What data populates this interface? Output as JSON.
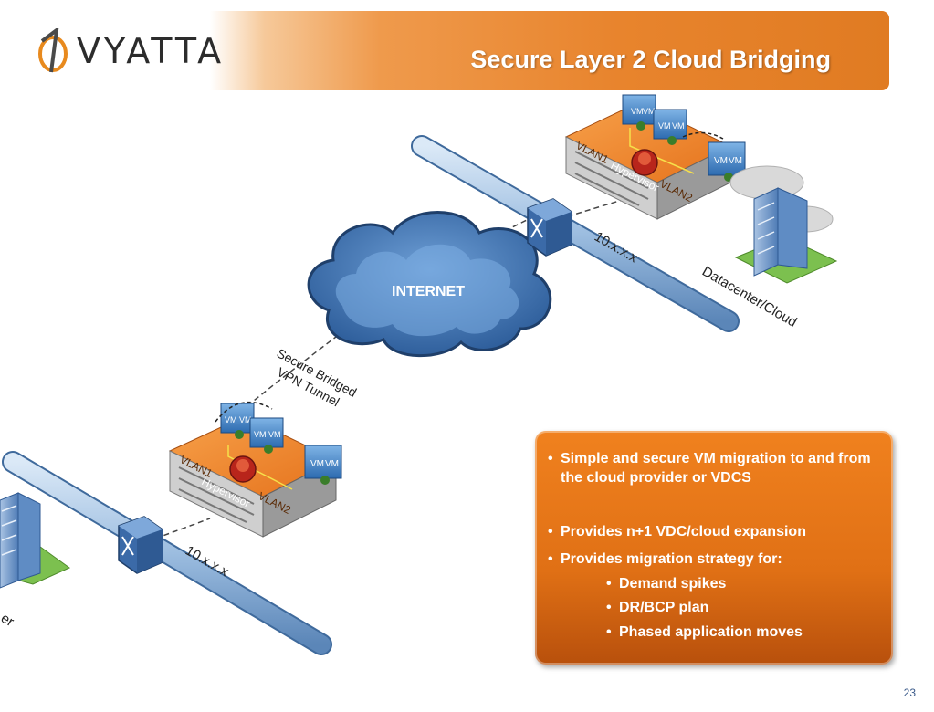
{
  "slide": {
    "title": "Secure Layer 2 Cloud Bridging",
    "page_number": "23"
  },
  "logo": {
    "text": "VYATTA"
  },
  "diagram": {
    "internet_label": "INTERNET",
    "tunnel_label_line1": "Secure Bridged",
    "tunnel_label_line2": "VPN Tunnel",
    "top_network_label": "10.x.x.x",
    "bottom_network_label": "10.x.x.x",
    "datacenter_label": "Datacenter/Cloud",
    "left_site_label_fragment": "er",
    "hypervisor_label": "Hypervisor",
    "vlan1_label": "VLAN1",
    "vlan2_label": "VLAN2",
    "vm_label": "VM"
  },
  "info_box": {
    "bullets": [
      "Simple and secure VM migration to and from the  cloud provider or VDCS",
      "Provides n+1 VDC/cloud expansion",
      "Provides migration strategy for:"
    ],
    "sub_bullets": [
      "Demand spikes",
      "DR/BCP plan",
      "Phased application moves"
    ]
  },
  "colors": {
    "accent_orange": "#e8842d",
    "cloud_blue": "#4a7fc1",
    "pipe_blue": "#9cbde0",
    "ground_green": "#7cc04f"
  }
}
